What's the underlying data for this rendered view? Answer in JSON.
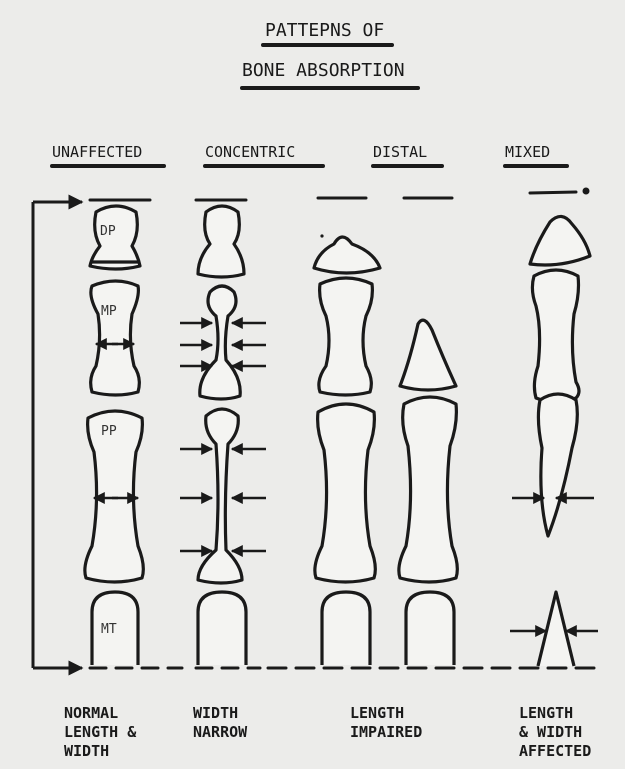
{
  "title": {
    "line1": "PATTEPNS OF",
    "line2": "BONE ABSORPTION"
  },
  "columns": {
    "unaffected": "UNAFFECTED",
    "concentric": "CONCENTRIC",
    "distal": "DISTAL",
    "mixed": "MIXED"
  },
  "bone_labels": {
    "dp": "DP",
    "mp": "MP",
    "pp": "PP",
    "mt": "MT"
  },
  "captions": {
    "normal_1": "NORMAL",
    "normal_2": "LENGTH &",
    "normal_3": "WIDTH",
    "width_1": "WIDTH",
    "width_2": "NARROW",
    "length_1": "LENGTH",
    "length_2": "IMPAIRED",
    "affected_1": "LENGTH",
    "affected_2": "& WIDTH",
    "affected_3": "AFFECTED"
  },
  "colors": {
    "ink": "#1a1a1a",
    "paper": "#ececea",
    "bone_fill": "#f4f4f2"
  }
}
